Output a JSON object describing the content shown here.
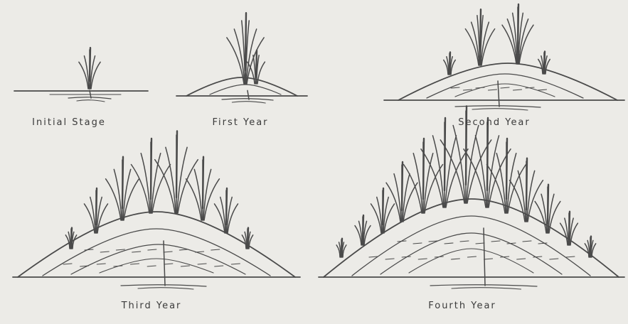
{
  "figure": {
    "panels": [
      {
        "key": "initial",
        "label": "Initial Stage"
      },
      {
        "key": "first",
        "label": "First Year"
      },
      {
        "key": "second",
        "label": "Second Year"
      },
      {
        "key": "third",
        "label": "Third Year"
      },
      {
        "key": "fourth",
        "label": "Fourth Year"
      }
    ]
  },
  "colors": {
    "background": "#ecebe7",
    "ink": "#4a4a4a"
  }
}
